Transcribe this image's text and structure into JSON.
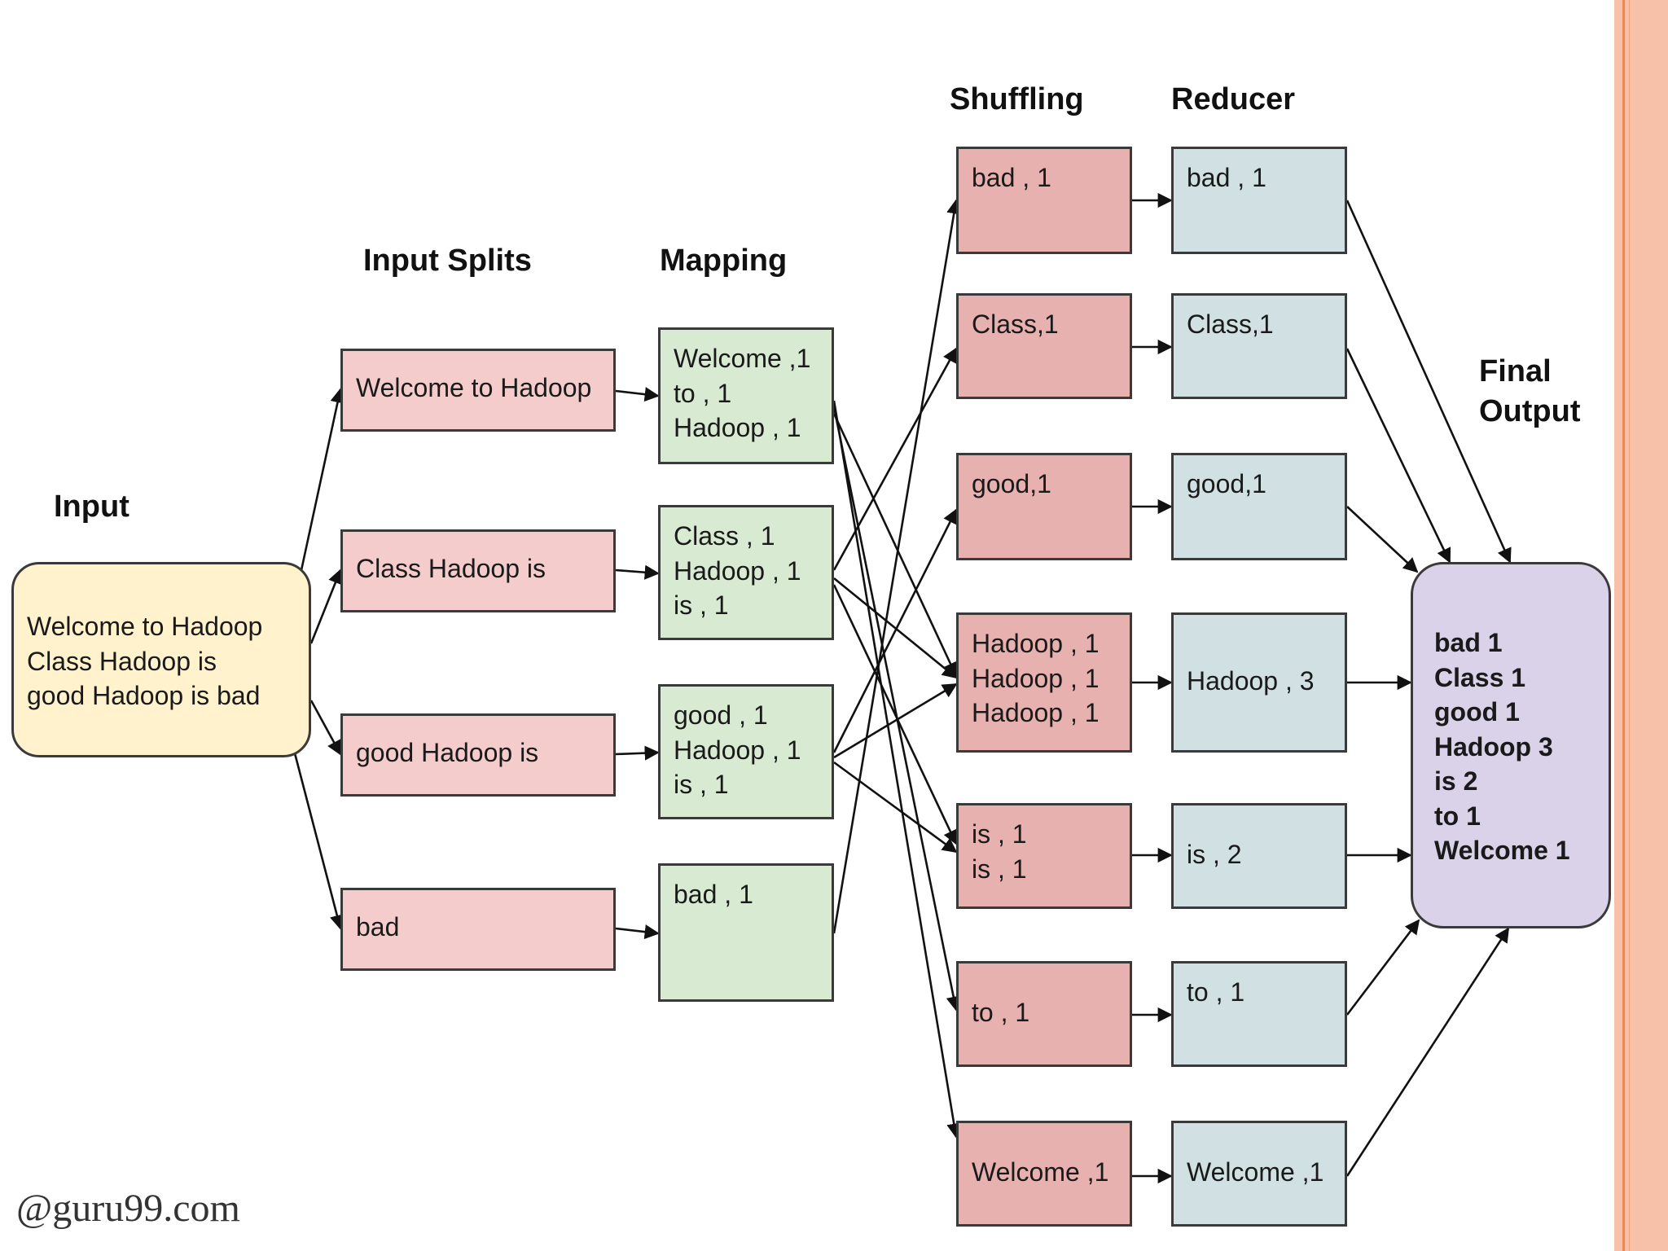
{
  "headers": {
    "input": "Input",
    "splits": "Input Splits",
    "mapping": "Mapping",
    "shuffling": "Shuffling",
    "reducer": "Reducer",
    "final_line1": "Final",
    "final_line2": "Output"
  },
  "input_lines": [
    "Welcome to Hadoop",
    "Class Hadoop is",
    "good Hadoop is bad"
  ],
  "splits": [
    "Welcome to Hadoop",
    "Class Hadoop is",
    "good Hadoop is",
    "bad"
  ],
  "mapping": [
    [
      "Welcome ,1",
      "to , 1",
      "Hadoop , 1"
    ],
    [
      "Class , 1",
      "Hadoop , 1",
      "is , 1"
    ],
    [
      "good , 1",
      "Hadoop , 1",
      "is , 1"
    ],
    [
      "bad , 1"
    ]
  ],
  "shuffling": [
    [
      "bad , 1"
    ],
    [
      "Class,1"
    ],
    [
      "good,1"
    ],
    [
      "Hadoop , 1",
      "Hadoop , 1",
      "Hadoop , 1"
    ],
    [
      "is , 1",
      "is , 1"
    ],
    [
      "to ,  1"
    ],
    [
      "Welcome ,1"
    ]
  ],
  "reducer": [
    "bad , 1",
    "Class,1",
    "good,1",
    "Hadoop , 3",
    "is , 2",
    "to ,  1",
    "Welcome ,1"
  ],
  "final_output": [
    "bad 1",
    "Class 1",
    "good 1",
    "Hadoop 3",
    "is 2",
    "to 1",
    "Welcome 1"
  ],
  "watermark": "@guru99.com"
}
